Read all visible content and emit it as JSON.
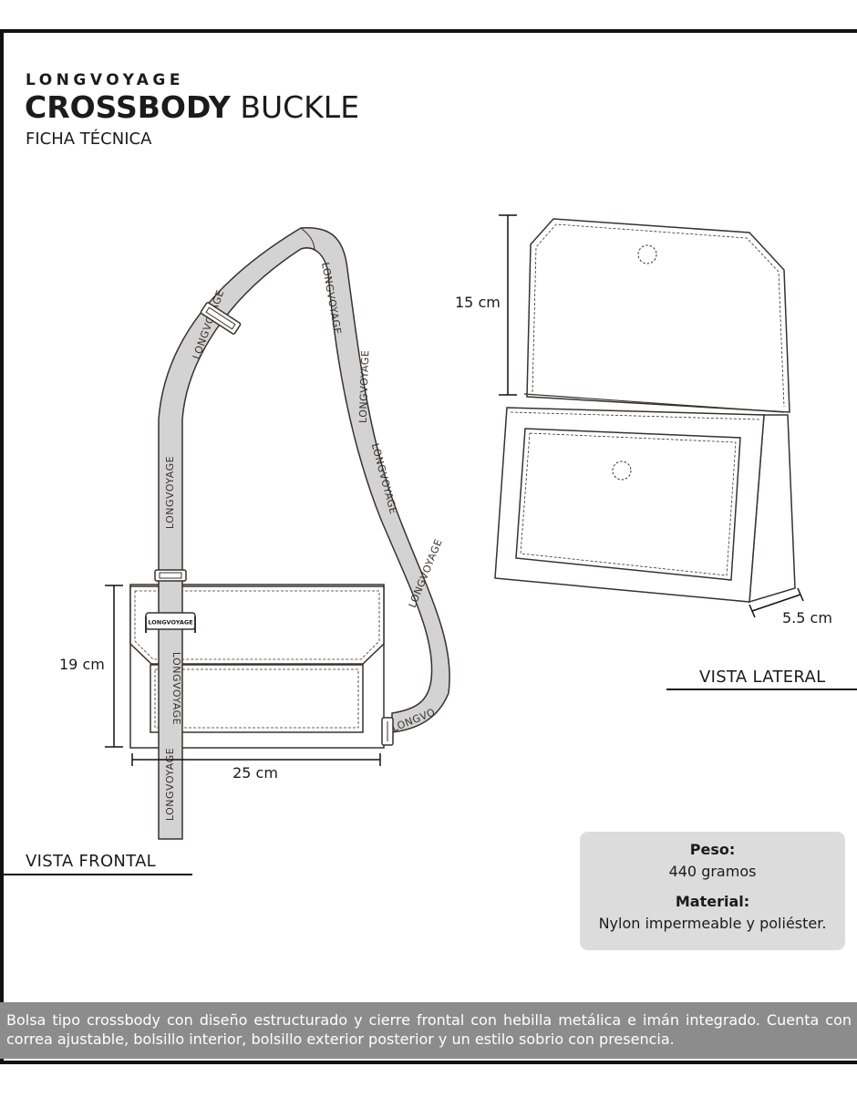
{
  "header": {
    "brand": "LONGVOYAGE",
    "title_bold": "CROSSBODY",
    "title_regular": "BUCKLE",
    "subtitle": "FICHA TÉCNICA"
  },
  "front_view": {
    "label": "VISTA FRONTAL",
    "height_dim": "19 cm",
    "width_dim": "25 cm",
    "strap_text": "LONGVOYAGE",
    "strap_end_text": "LONGVO",
    "buckle_text": "LONGVOYAGE"
  },
  "side_view": {
    "label": "VISTA LATERAL",
    "flap_dim": "15 cm",
    "depth_dim": "5.5 cm"
  },
  "specs": {
    "weight_label": "Peso:",
    "weight_value": "440 gramos",
    "material_label": "Material:",
    "material_value": "Nylon impermeable y poliéster."
  },
  "description": "Bolsa tipo crossbody con diseño estructurado y cierre frontal con hebilla metálica e imán integrado. Cuenta con correa ajustable, bolsillo interior, bolsillo exterior posterior y un estilo sobrio con presencia.",
  "colors": {
    "line": "#3a3030",
    "strap_fill": "#d3d3d3",
    "spec_box": "#dcdcdc",
    "description_bar": "#8c8c8c"
  }
}
